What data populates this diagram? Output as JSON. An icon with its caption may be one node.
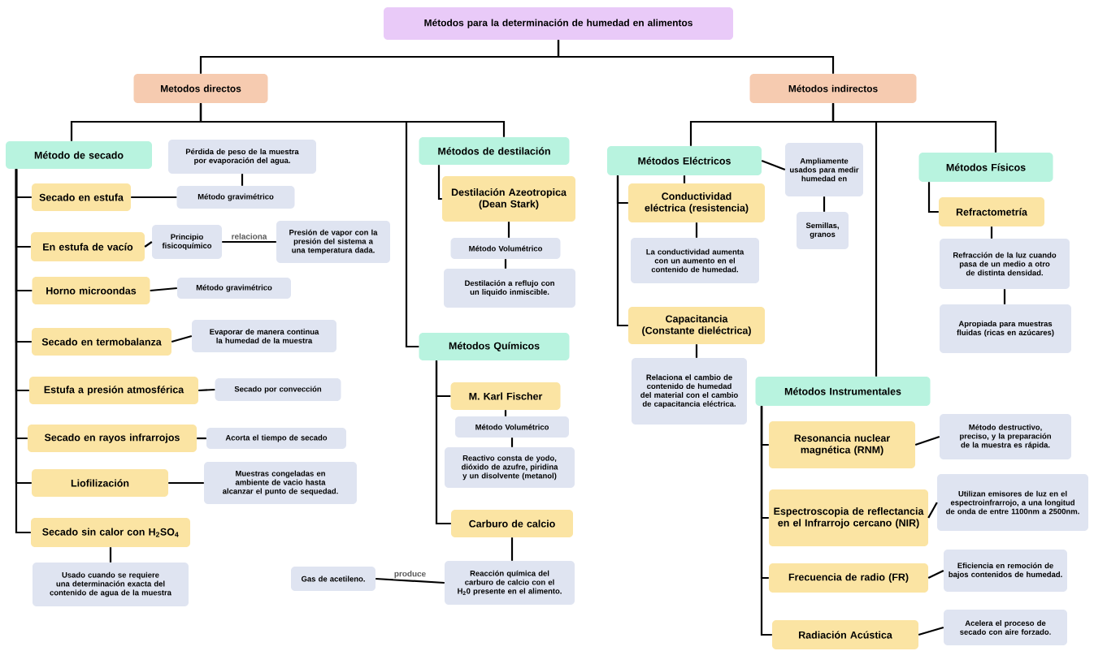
{
  "diagram": {
    "nodes": [
      {
        "text": [
          "Métodos para la determinación de humedad en alimentos"
        ]
      },
      {
        "text": [
          "Metodos directos"
        ]
      },
      {
        "text": [
          "Métodos indirectos"
        ]
      },
      {
        "text": [
          "Método de secado"
        ]
      },
      {
        "text": [
          "Pérdida de peso de la muestra por evaporación del agua."
        ]
      },
      {
        "text": [
          "Secado en estufa"
        ]
      },
      {
        "text": [
          "Método gravimétrico"
        ]
      },
      {
        "text": [
          "En estufa de vacío"
        ]
      },
      {
        "text": [
          "Principio fisicoquímico"
        ]
      },
      {
        "text": [
          "Presión de vapor con la presión del sistema a una temperatura dada."
        ]
      },
      {
        "text": [
          "Horno microondas"
        ]
      },
      {
        "text": [
          "Método gravimétrico"
        ]
      },
      {
        "text": [
          "Secado en termobalanza"
        ]
      },
      {
        "text": [
          "Evaporar de manera continua la humedad de la muestra"
        ]
      },
      {
        "text": [
          "Estufa a presión atmosférica"
        ]
      },
      {
        "text": [
          "Secado por convección"
        ]
      },
      {
        "text": [
          "Secado en rayos infrarrojos"
        ]
      },
      {
        "text": [
          "Acorta el tiempo de secado"
        ]
      },
      {
        "text": [
          "Liofilización"
        ]
      },
      {
        "text": [
          "Muestras congeladas en ambiente de vacio hasta alcanzar el punto de sequedad."
        ]
      },
      {
        "text": [
          "Secado sin calor con H$_{2}$SO$_{4}$"
        ]
      },
      {
        "text": [
          "Usado cuando se requiere una determinación exacta del contenido de agua de la muestra"
        ]
      },
      {
        "text": [
          "Métodos de destilación"
        ]
      },
      {
        "text": [
          "Destilación Azeotropica (Dean Stark)"
        ]
      },
      {
        "text": [
          "Método Volumétrico"
        ]
      },
      {
        "text": [
          "Destilación a reflujo con un liquido inmiscible."
        ]
      },
      {
        "text": [
          "Métodos Químicos"
        ]
      },
      {
        "text": [
          "M. Karl Fischer"
        ]
      },
      {
        "text": [
          "Método Volumétrico"
        ]
      },
      {
        "text": [
          "Reactivo consta de yodo, dióxido de azufre, piridina y un disolvente (metanol)"
        ]
      },
      {
        "text": [
          "Carburo de calcio"
        ]
      },
      {
        "text": [
          "Reacción química del carburo de calcio con el H$_{2}$0 presente en el alimento."
        ]
      },
      {
        "text": [
          "Gas de acetileno."
        ]
      },
      {
        "text": [
          "Métodos Eléctricos"
        ]
      },
      {
        "text": [
          "Ampliamente usados para medir humedad en"
        ]
      },
      {
        "text": [
          "Semillas, granos"
        ]
      },
      {
        "text": [
          "Conductividad eléctrica (resistencia)"
        ]
      },
      {
        "text": [
          "La conductividad aumenta con un aumento en el contenido de humedad."
        ]
      },
      {
        "text": [
          "Capacitancia (Constante dieléctrica)"
        ]
      },
      {
        "text": [
          "Relaciona el cambio de contenido de humedad del material con el cambio de capacitancia eléctrica."
        ]
      },
      {
        "text": [
          "Métodos Físicos"
        ]
      },
      {
        "text": [
          "Refractometría"
        ]
      },
      {
        "text": [
          "Refracción de la luz cuando pasa de un medio a otro de distinta densidad."
        ]
      },
      {
        "text": [
          "Apropiada para muestras fluidas (ricas en azúcares)"
        ]
      },
      {
        "text": [
          "Métodos Instrumentales"
        ]
      },
      {
        "text": [
          "Resonancia nuclear magnética (RNM)"
        ]
      },
      {
        "text": [
          "Método destructivo, preciso, y la preparación de la muestra es rápida."
        ]
      },
      {
        "text": [
          "Espectroscopia de reflectancia en el Infrarrojo cercano (NIR)"
        ]
      },
      {
        "text": [
          "Utilizan emisores de luz en el espectroinfrarrojo, a una longitud de onda de entre 1100nm a 2500nm."
        ]
      },
      {
        "text": [
          "Frecuencia de radio (FR)"
        ]
      },
      {
        "text": [
          "Eficiencia en remoción de bajos contenidos de humedad."
        ]
      },
      {
        "text": [
          "Radiación Acústica"
        ]
      },
      {
        "text": [
          "Acelera el proceso de secado con aire forzado."
        ]
      }
    ],
    "edges": [
      {
        "from": 0,
        "to": 1,
        "arrow": "none"
      },
      {
        "from": 0,
        "to": 2,
        "arrow": "none"
      },
      {
        "from": 1,
        "to": 3,
        "arrow": "none"
      },
      {
        "from": 1,
        "to": 22,
        "arrow": "none"
      },
      {
        "from": 1,
        "to": 26,
        "arrow": "none"
      },
      {
        "from": 2,
        "to": 33,
        "arrow": "none"
      },
      {
        "from": 2,
        "to": 44,
        "arrow": "none"
      },
      {
        "from": 2,
        "to": 40,
        "arrow": "none"
      },
      {
        "from": 3,
        "to": 5,
        "arrow": "none"
      },
      {
        "from": 3,
        "to": 7,
        "arrow": "none"
      },
      {
        "from": 3,
        "to": 10,
        "arrow": "none"
      },
      {
        "from": 3,
        "to": 12,
        "arrow": "none"
      },
      {
        "from": 3,
        "to": 14,
        "arrow": "none"
      },
      {
        "from": 3,
        "to": 16,
        "arrow": "none"
      },
      {
        "from": 3,
        "to": 18,
        "arrow": "none"
      },
      {
        "from": 3,
        "to": 20,
        "arrow": "none"
      },
      {
        "from": 5,
        "to": 6,
        "arrow": "none"
      },
      {
        "from": 4,
        "to": 6,
        "arrow": "none"
      },
      {
        "from": 7,
        "to": 8,
        "arrow": "none"
      },
      {
        "from": 8,
        "to": 9,
        "label": "relaciona",
        "arrow": "none"
      },
      {
        "from": 10,
        "to": 11,
        "arrow": "none"
      },
      {
        "from": 12,
        "to": 13,
        "arrow": "none"
      },
      {
        "from": 14,
        "to": 15,
        "arrow": "none"
      },
      {
        "from": 16,
        "to": 17,
        "arrow": "none"
      },
      {
        "from": 18,
        "to": 19,
        "arrow": "none"
      },
      {
        "from": 20,
        "to": 21,
        "arrow": "none"
      },
      {
        "from": 22,
        "to": 23,
        "arrow": "none"
      },
      {
        "from": 23,
        "to": 24,
        "arrow": "none"
      },
      {
        "from": 24,
        "to": 25,
        "arrow": "none"
      },
      {
        "from": 26,
        "to": 27,
        "arrow": "none"
      },
      {
        "from": 26,
        "to": 30,
        "arrow": "none"
      },
      {
        "from": 27,
        "to": 28,
        "arrow": "none"
      },
      {
        "from": 28,
        "to": 29,
        "arrow": "none"
      },
      {
        "from": 30,
        "to": 31,
        "arrow": "none"
      },
      {
        "from": 31,
        "to": 32,
        "label": "produce",
        "arrow": "none"
      },
      {
        "from": 33,
        "to": 34,
        "arrow": "none"
      },
      {
        "from": 34,
        "to": 35,
        "arrow": "none"
      },
      {
        "from": 33,
        "to": 36,
        "arrow": "none"
      },
      {
        "from": 33,
        "to": 36,
        "arrow": "none"
      },
      {
        "from": 33,
        "to": 38,
        "arrow": "none"
      },
      {
        "from": 36,
        "to": 37,
        "arrow": "none"
      },
      {
        "from": 38,
        "to": 39,
        "arrow": "none"
      },
      {
        "from": 40,
        "to": 41,
        "arrow": "none"
      },
      {
        "from": 41,
        "to": 42,
        "arrow": "none"
      },
      {
        "from": 42,
        "to": 43,
        "arrow": "none"
      },
      {
        "from": 44,
        "to": 45,
        "arrow": "none"
      },
      {
        "from": 44,
        "to": 47,
        "arrow": "none"
      },
      {
        "from": 44,
        "to": 49,
        "arrow": "none"
      },
      {
        "from": 44,
        "to": 51,
        "arrow": "none"
      },
      {
        "from": 45,
        "to": 46,
        "arrow": "none"
      },
      {
        "from": 47,
        "to": 48,
        "arrow": "none"
      },
      {
        "from": 49,
        "to": 50,
        "arrow": "none"
      },
      {
        "from": 51,
        "to": 52,
        "arrow": "none"
      }
    ]
  }
}
